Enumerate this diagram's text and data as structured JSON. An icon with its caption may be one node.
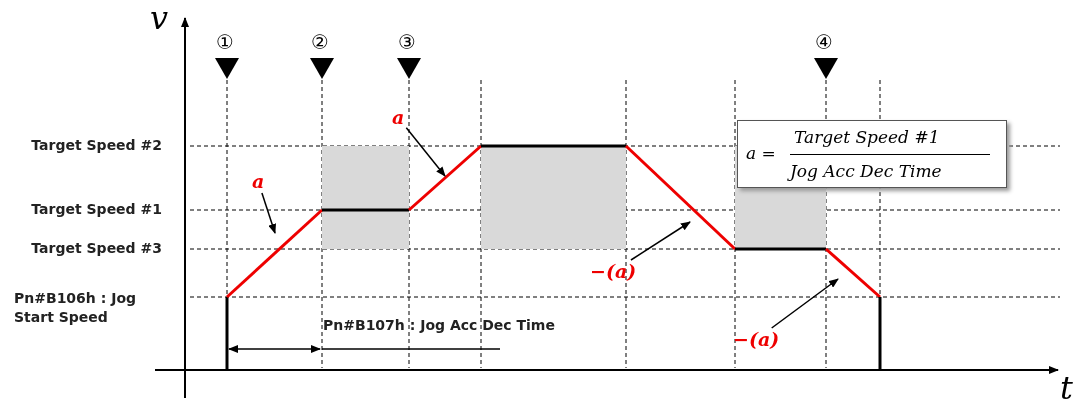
{
  "diagram": {
    "nodes": [
      {
        "text": [
          "a"
        ]
      },
      {
        "text": [
          "a"
        ]
      },
      {
        "text": [
          "−(a)"
        ]
      },
      {
        "text": [
          "−(a)"
        ]
      },
      {
        "text": [
          "a =",
          "Target Speed #1",
          "Jog Acc Dec Time"
        ]
      }
    ],
    "edges": [
      {
        "from": 0,
        "to": null,
        "arrow": "to"
      },
      {
        "from": 1,
        "to": null,
        "arrow": "to"
      },
      {
        "from": 2,
        "to": null,
        "arrow": "to"
      },
      {
        "from": 3,
        "to": null,
        "arrow": "to"
      }
    ],
    "labels": [
      "v",
      "①",
      "②",
      "③",
      "④",
      "Target Speed #2",
      "Target Speed #1",
      "Target Speed #3",
      "Pn#B106h : Jog Start Speed",
      "Pn#B107h : Jog Acc Dec Time",
      "t"
    ]
  }
}
